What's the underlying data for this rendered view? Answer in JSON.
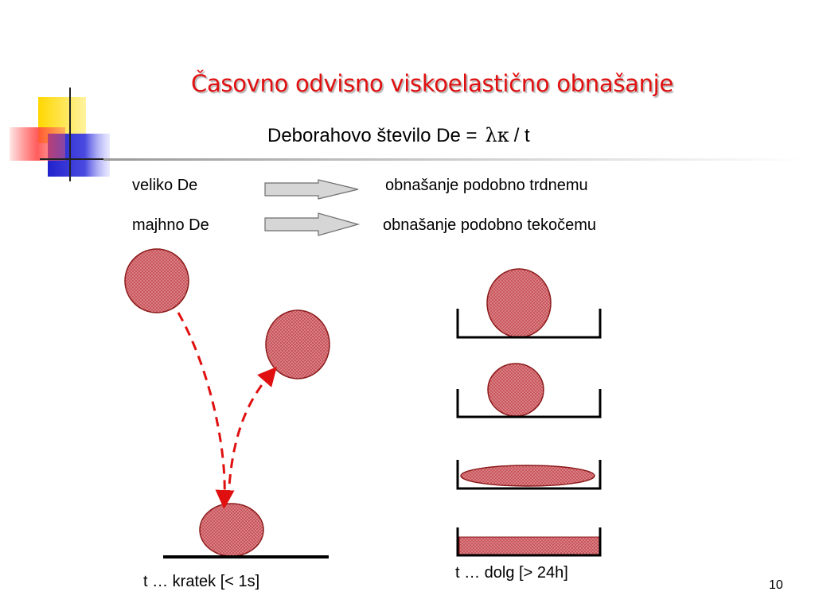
{
  "slide": {
    "title": "Časovno odvisno viskoelastično obnašanje",
    "subtitle_prefix": "Deborahovo število De =",
    "subtitle_symbol": "λκ",
    "subtitle_suffix": "/ t",
    "page_number": "10"
  },
  "comparisons": [
    {
      "label": "veliko De",
      "result": "obnašanje podobno trdnemu"
    },
    {
      "label": "majhno De",
      "result": "obnašanje podobno tekočemu"
    }
  ],
  "captions": {
    "left": "t … kratek [< 1s]",
    "right": "t … dolg [> 24h]"
  },
  "colors": {
    "title": "#e01010",
    "ball_fill": "#c9565d",
    "ball_stroke": "#8b1a1a",
    "dash": "#e01010",
    "deco_yellow": "#ffd700",
    "deco_red": "#ff5050",
    "deco_blue": "#2b2bd6",
    "arrow_fill": "#d6d6d6",
    "arrow_stroke": "#6e6e6e"
  }
}
